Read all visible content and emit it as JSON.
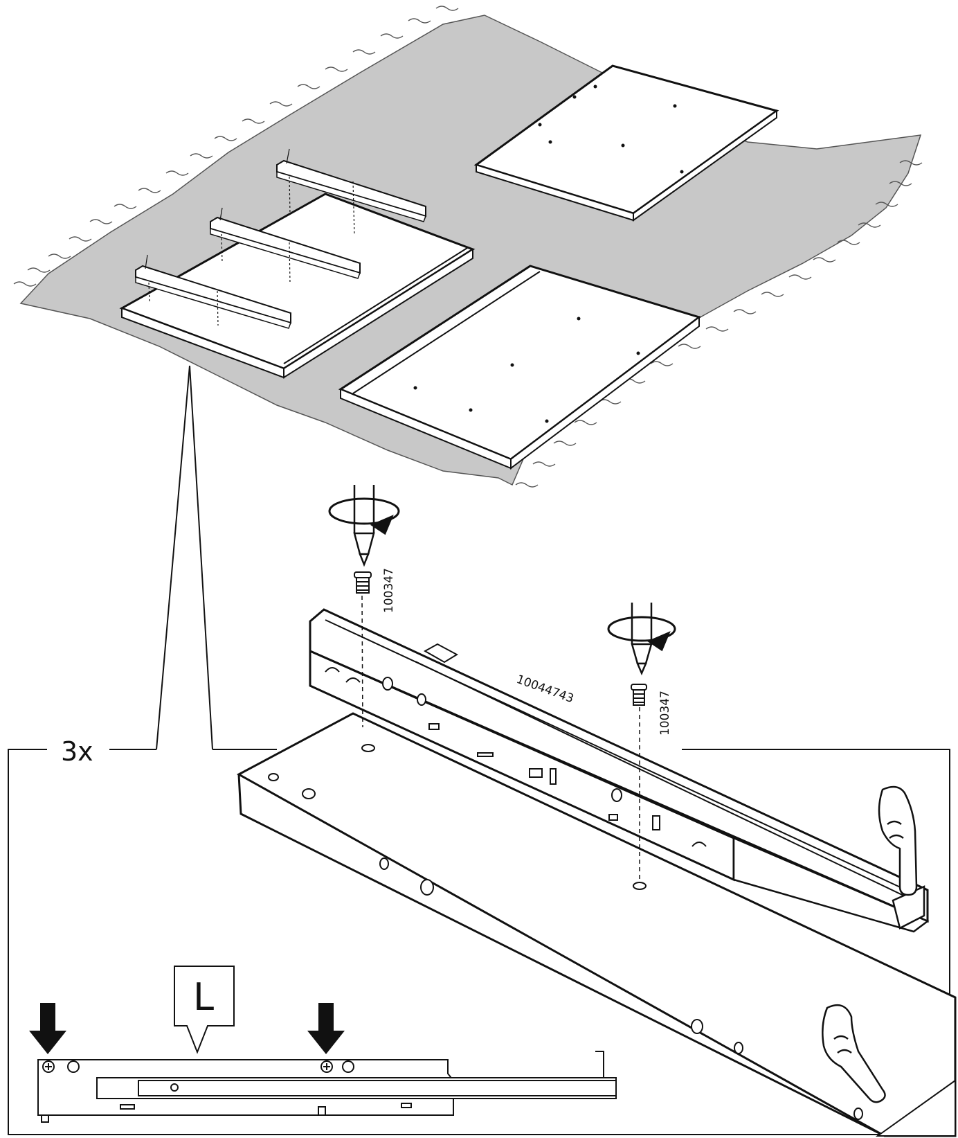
{
  "labels": {
    "quantity": "3x",
    "part_number_rail": "10044743",
    "part_number_screw_left": "100347",
    "part_number_screw_right": "100347",
    "side_marker": "L"
  },
  "icons": {
    "screwdriver": "screwdriver-icon",
    "rotate": "rotate-clockwise-icon",
    "hand": "hand-pointing-icon",
    "arrow": "arrow-down-icon",
    "screw_head": "screw-head-icon"
  },
  "colors": {
    "surface": "#c8c8c8",
    "line": "#111111",
    "panel": "#ffffff"
  }
}
